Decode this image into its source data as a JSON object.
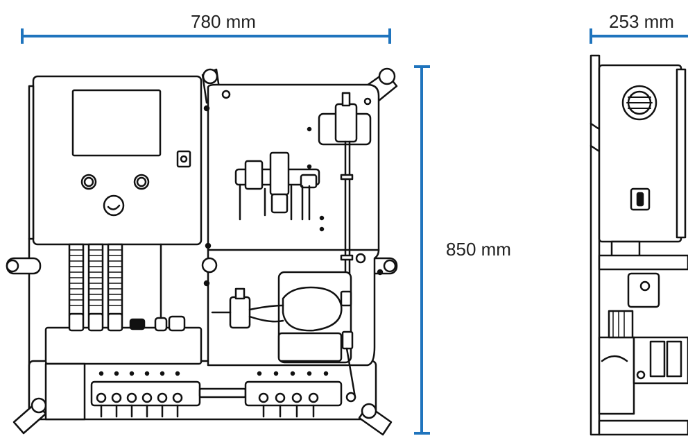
{
  "dimensions": {
    "width": {
      "label": "780 mm"
    },
    "height": {
      "label": "850 mm"
    },
    "depth": {
      "label": "253 mm"
    }
  },
  "colors": {
    "dimension": "#1f74bd",
    "outline": "#111111",
    "fill": "#ffffff",
    "shade": "#e6e6e6"
  }
}
